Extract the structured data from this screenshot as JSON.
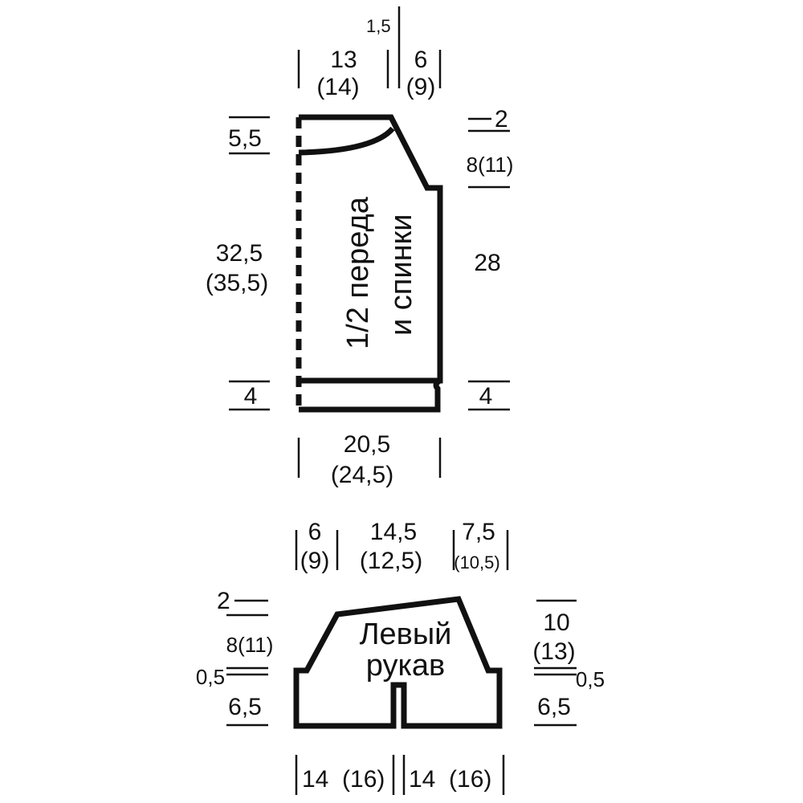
{
  "body_piece": {
    "label_line1": "1/2 переда",
    "label_line2": "и спинки",
    "top_neck": "1,5",
    "top_left_a": "13",
    "top_left_b": "(14)",
    "top_right_a": "6",
    "top_right_b": "(9)",
    "left_neck": "5,5",
    "left_main_a": "32,5",
    "left_main_b": "(35,5)",
    "left_bottom": "4",
    "right_top": "2",
    "right_armhole": "8(11)",
    "right_main": "28",
    "right_bottom": "4",
    "bottom_a": "20,5",
    "bottom_b": "(24,5)"
  },
  "sleeve_piece": {
    "label_line1": "Левый",
    "label_line2": "рукав",
    "top_left_a": "6",
    "top_left_b": "(9)",
    "top_mid_a": "14,5",
    "top_mid_b": "(12,5)",
    "top_right_a": "7,5",
    "top_right_b": "(10,5)",
    "left_top": "2",
    "left_cap": "8(11)",
    "left_step": "0,5",
    "left_bottom": "6,5",
    "right_cap_a": "10",
    "right_cap_b": "(13)",
    "right_step": "0,5",
    "right_bottom": "6,5",
    "bottom_left": "14  (16)",
    "bottom_right": "14  (16)"
  }
}
